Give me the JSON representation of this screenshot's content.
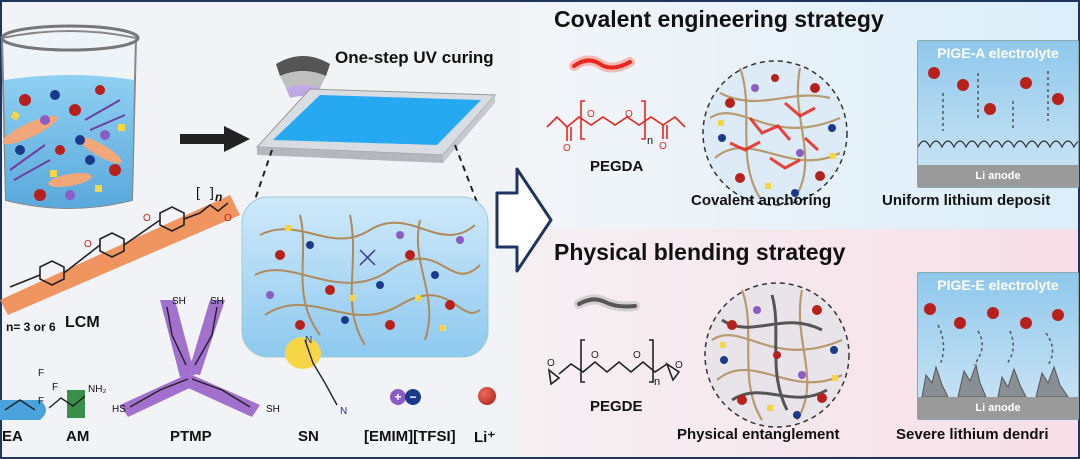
{
  "left": {
    "uv_label": "One-step UV curing",
    "lcm": {
      "label": "LCM",
      "n_sub": "n",
      "n_values": "n= 3 or 6"
    },
    "components": [
      "EA",
      "AM",
      "PTMP",
      "SN",
      "[EMIM][TFSI]",
      "Li⁺"
    ],
    "am_group": "NH₂",
    "fluoro_atoms": [
      "F",
      "F",
      "F"
    ],
    "thiol_labels": [
      "SH",
      "SH",
      "HS",
      "SH"
    ],
    "ion_signs": [
      "+",
      "−"
    ]
  },
  "top": {
    "title": "Covalent engineering strategy",
    "molecule": "PEGDA",
    "repeat_sub": "n",
    "mid_caption": "Covalent anchoring",
    "panel_title": "PIGE-A electrolyte",
    "anode": "Li anode",
    "result": "Uniform lithium deposit"
  },
  "bottom": {
    "title": "Physical blending strategy",
    "molecule": "PEGDE",
    "repeat_sub": "n",
    "mid_caption": "Physical entanglement",
    "panel_title": "PIGE-E electrolyte",
    "anode": "Li anode",
    "result": "Severe lithium dendri"
  },
  "colors": {
    "border": "#1f3560",
    "top_bg": "#e4f2fa",
    "bottom_bg": "#f9e4ea",
    "li_red": "#c0392b",
    "pegda_red": "#e8261e",
    "liquid_blue": "#79bfe8",
    "orange_band": "#f08a50"
  }
}
